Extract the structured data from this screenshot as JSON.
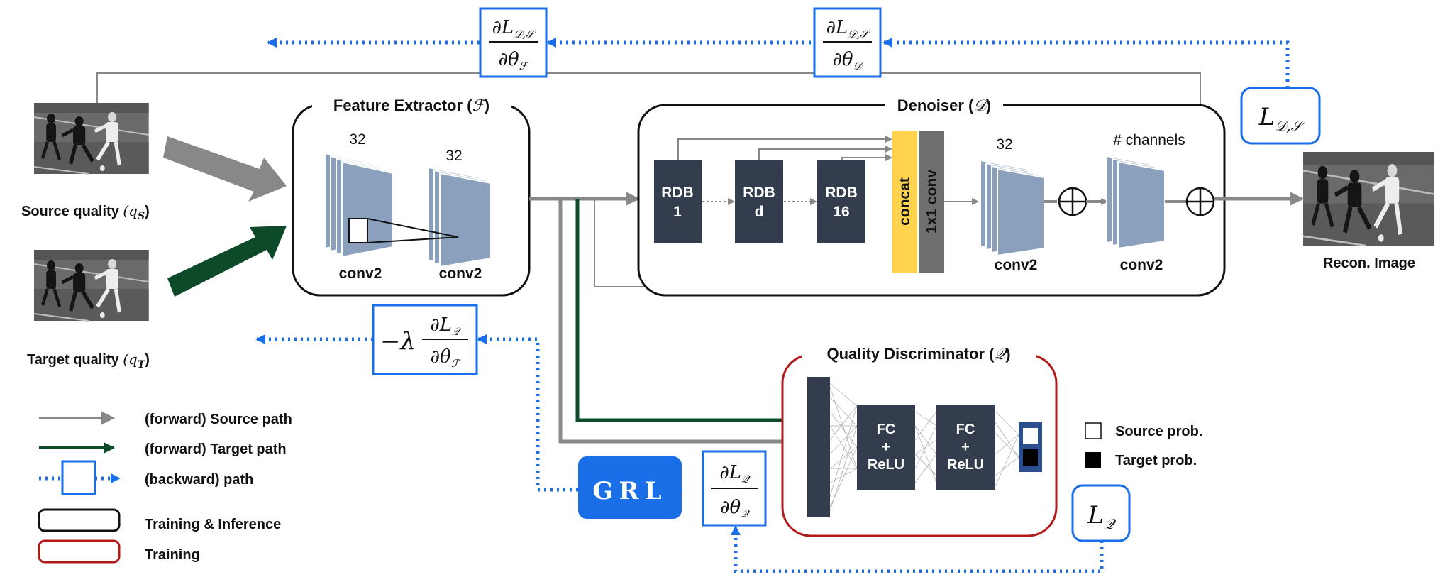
{
  "inputs": {
    "source_label": "Source quality",
    "source_sym": "(q",
    "source_sub": "S",
    "target_label": "Target quality",
    "target_sym": "(q",
    "target_sub": "T",
    "output_label": "Recon. Image",
    "paren_close": ")"
  },
  "feature_extractor": {
    "title": "Feature Extractor (",
    "title_sym": "ℱ",
    "title_close": ")",
    "ch1": "32",
    "ch2": "32",
    "conv1": "conv2",
    "conv2": "conv2"
  },
  "denoiser": {
    "title": "Denoiser (",
    "title_sym": "𝒟",
    "title_close": ")",
    "rdb1_a": "RDB",
    "rdb1_b": "1",
    "rdbd_a": "RDB",
    "rdbd_b": "d",
    "rdb16_a": "RDB",
    "rdb16_b": "16",
    "concat": "concat",
    "conv1x1": "1x1 conv",
    "ch": "32",
    "channels": "#  channels",
    "conv_a": "conv2",
    "conv_b": "conv2"
  },
  "discriminator": {
    "title": "Quality Discriminator (",
    "title_sym": "𝒬",
    "title_close": ")",
    "fc1_a": "FC",
    "fc1_b": "+",
    "fc1_c": "ReLU",
    "fc2_a": "FC",
    "fc2_b": "+",
    "fc2_c": "ReLU"
  },
  "probs": {
    "source": "Source prob.",
    "target": "Target prob."
  },
  "grl": "GRL",
  "math": {
    "partial": "∂",
    "L": "L",
    "sub_DS": "𝒟,𝒮",
    "sub_Q": "𝒬",
    "theta": "θ",
    "sub_F": "ℱ",
    "sub_D": "𝒟",
    "neg_lambda": "−λ"
  },
  "legend": {
    "forward_source": "(forward) Source path",
    "forward_target": "(forward) Target path",
    "backward": "(backward) path",
    "train_infer": "Training & Inference",
    "train": "Training"
  },
  "colors": {
    "gray": "#888888",
    "green": "#0d4a2a",
    "blue": "#1a6fe8",
    "dark": "#333d4d",
    "feature": "#8aa0bd",
    "concat": "#ffd34d",
    "conv1x1": "#6f6f6f",
    "red": "#b31b1b"
  }
}
